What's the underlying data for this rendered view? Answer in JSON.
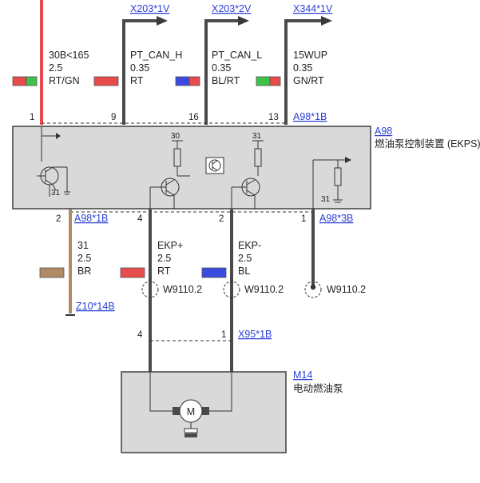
{
  "colors": {
    "red": "#e84b4b",
    "green": "#3cc24a",
    "blue": "#3a4be0",
    "brown": "#b08a64",
    "wire_dark": "#4a4a4a",
    "box_fill": "#d9d9d9",
    "link": "#2a3fd6"
  },
  "top_links": {
    "x203_1v": "X203*1V",
    "x203_2v": "X203*2V",
    "x344_1v": "X344*1V"
  },
  "wires_top": {
    "w1": {
      "l1": "30B<165",
      "l2": "2.5",
      "l3": "RT/GN"
    },
    "w9": {
      "l1": "PT_CAN_H",
      "l2": "0.35",
      "l3": "RT"
    },
    "w16": {
      "l1": "PT_CAN_L",
      "l2": "0.35",
      "l3": "BL/RT"
    },
    "w13": {
      "l1": "15WUP",
      "l2": "0.35",
      "l3": "GN/RT"
    }
  },
  "pins_top": {
    "p1": "1",
    "p9": "9",
    "p16": "16",
    "p13": "13"
  },
  "connector_top": "A98*1B",
  "module": {
    "ref": "A98",
    "name": "燃油泵控制装置 (EKPS)",
    "n30": "30",
    "n31a": "31",
    "n31b": "31",
    "n31c": "31"
  },
  "pins_mid": {
    "p2": "2",
    "p4": "4",
    "p2b": "2",
    "p1": "1"
  },
  "connectors_mid": {
    "left": "A98*1B",
    "right": "A98*3B"
  },
  "wires_bottom": {
    "brown": {
      "l1": "31",
      "l2": "2.5",
      "l3": "BR"
    },
    "ekp_plus": {
      "l1": "EKP+",
      "l2": "2.5",
      "l3": "RT"
    },
    "ekp_minus": {
      "l1": "EKP-",
      "l2": "2.5",
      "l3": "BL"
    }
  },
  "shields": {
    "s1": "W9110.2",
    "s2": "W9110.2",
    "s3": "W9110.2"
  },
  "ground_link": "Z10*14B",
  "pins_low": {
    "p4": "4",
    "p1": "1"
  },
  "connector_low": "X95*1B",
  "motor": {
    "ref": "M14",
    "name": "电动燃油泵",
    "symbol": "M"
  }
}
